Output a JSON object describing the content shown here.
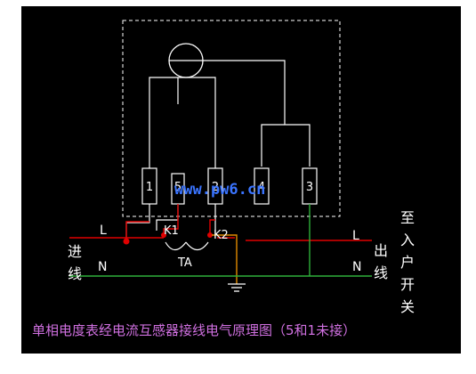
{
  "terminals": [
    {
      "id": "t1",
      "label": "1"
    },
    {
      "id": "t5",
      "label": "5"
    },
    {
      "id": "t2",
      "label": "2"
    },
    {
      "id": "t4",
      "label": "4"
    },
    {
      "id": "t3",
      "label": "3"
    }
  ],
  "labels": {
    "L_in": "L",
    "N_in": "N",
    "L_out": "L",
    "N_out": "N",
    "K1": "K1",
    "K2": "K2",
    "TA": "TA",
    "in_1": "进",
    "in_2": "线",
    "out_1": "出",
    "out_2": "线",
    "to_1": "至",
    "to_2": "入",
    "to_3": "户",
    "to_4": "开",
    "to_5": "关"
  },
  "watermark": "www.pw6.cn",
  "caption": "单相电度表经电流互感器接线电气原理图（5和1未接）",
  "colors": {
    "background": "#000000",
    "wire": "#ffffff",
    "live": "#e00000",
    "neutral": "#2fb03a",
    "ground": "#e08a00",
    "caption": "#d070e0",
    "watermark": "#3a74ff"
  }
}
